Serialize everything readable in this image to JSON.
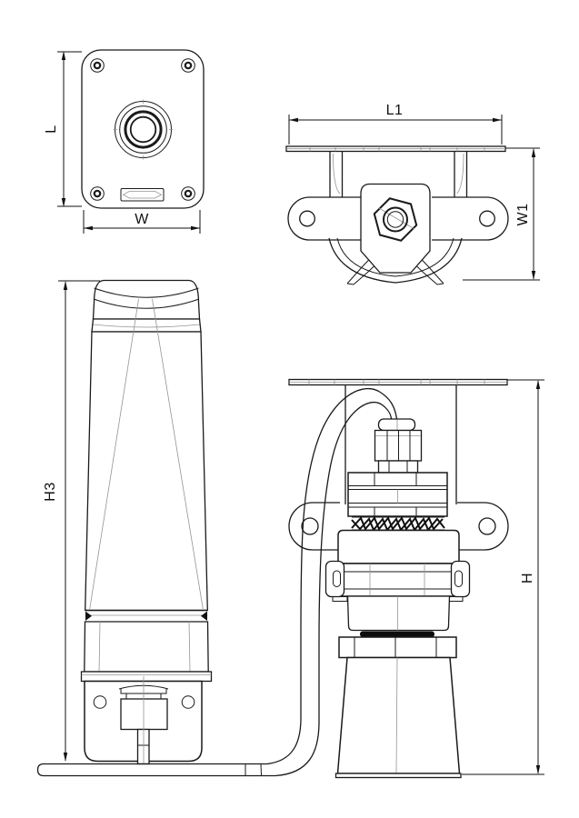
{
  "drawing_type": "technical-dimension-drawing",
  "dimensions": {
    "L": {
      "label": "L",
      "applies_to": "plate-top-view-height"
    },
    "W": {
      "label": "W",
      "applies_to": "plate-top-view-width"
    },
    "L1": {
      "label": "L1",
      "applies_to": "bracket-top-view-width"
    },
    "W1": {
      "label": "W1",
      "applies_to": "bracket-top-view-depth"
    },
    "H3": {
      "label": "H3",
      "applies_to": "beacon-side-view-height"
    },
    "H": {
      "label": "H",
      "applies_to": "sensor-front-view-height"
    }
  },
  "colors": {
    "background": "#ffffff",
    "line": "#1a1a1a",
    "thin_line": "#949494",
    "thread_fill": "#101010",
    "o_ring": "#0d0d0d"
  }
}
